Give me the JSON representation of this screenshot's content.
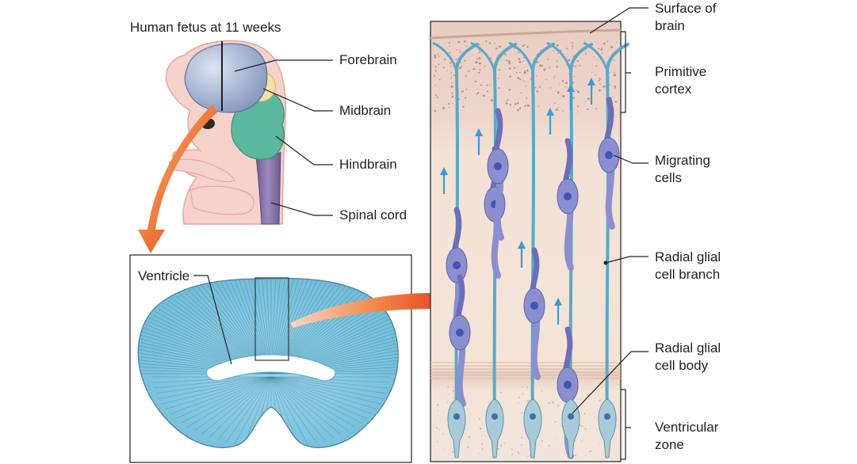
{
  "fetus": {
    "title": "Human fetus at 11 weeks",
    "labels": {
      "forebrain": "Forebrain",
      "midbrain": "Midbrain",
      "hindbrain": "Hindbrain",
      "spinal_cord": "Spinal cord"
    }
  },
  "section": {
    "ventricle_label": "Ventricle"
  },
  "cortex": {
    "labels": {
      "surface_1": "Surface of",
      "surface_2": "brain",
      "primitive_1": "Primitive",
      "primitive_2": "cortex",
      "migrating_1": "Migrating",
      "migrating_2": "cells",
      "branch_1": "Radial glial",
      "branch_2": "cell branch",
      "body_1": "Radial glial",
      "body_2": "cell body",
      "vz_1": "Ventricular",
      "vz_2": "zone"
    }
  },
  "colors": {
    "fetus_skin": "#f6d2cb",
    "forebrain": "#8fa4c9",
    "midbrain": "#f4e3a1",
    "hindbrain": "#5bb79d",
    "spinal_cord": "#8a78a8",
    "radial_fiber": "#5aa9c6",
    "glia_body": "#a9cbd8",
    "migrating_cell": "#8b8fcf",
    "arrow_blue": "#3c9bd5",
    "arrow_red": "#e5411f",
    "cortex_top": "#ebd0c5",
    "cortex_mid": "#f1e1d4"
  }
}
